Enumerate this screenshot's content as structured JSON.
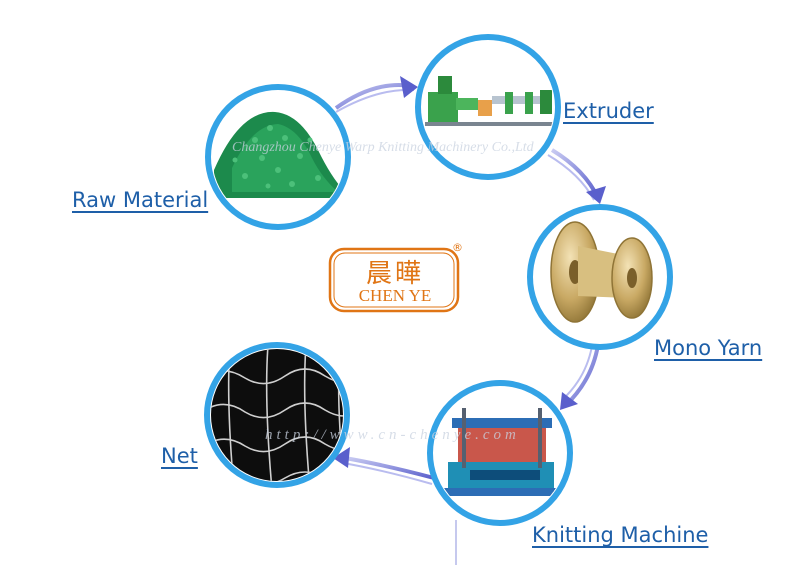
{
  "steps": {
    "raw_material": "Raw Material",
    "extruder": "Extruder",
    "mono_yarn": "Mono Yarn",
    "knitting_machine": "Knitting Machine",
    "net": "Net"
  },
  "logo": {
    "chinese": "晨曄",
    "english": "CHEN YE",
    "registered": "®"
  },
  "watermarks": {
    "company": "Changzhou Chenye Warp Knitting Machinery Co.,Ltd",
    "url": "http://www.cn-chenye.com"
  },
  "colors": {
    "label_blue": "#1e5fa8",
    "circle_ring": "#33a3e6",
    "arrow": "#6a6fd0",
    "logo_orange": "#e07515"
  },
  "icons": {
    "raw_material": "green-granules-image",
    "extruder": "extruder-line-image",
    "mono_yarn": "spool-image",
    "knitting_machine": "knitting-machine-image",
    "net": "black-net-image"
  }
}
